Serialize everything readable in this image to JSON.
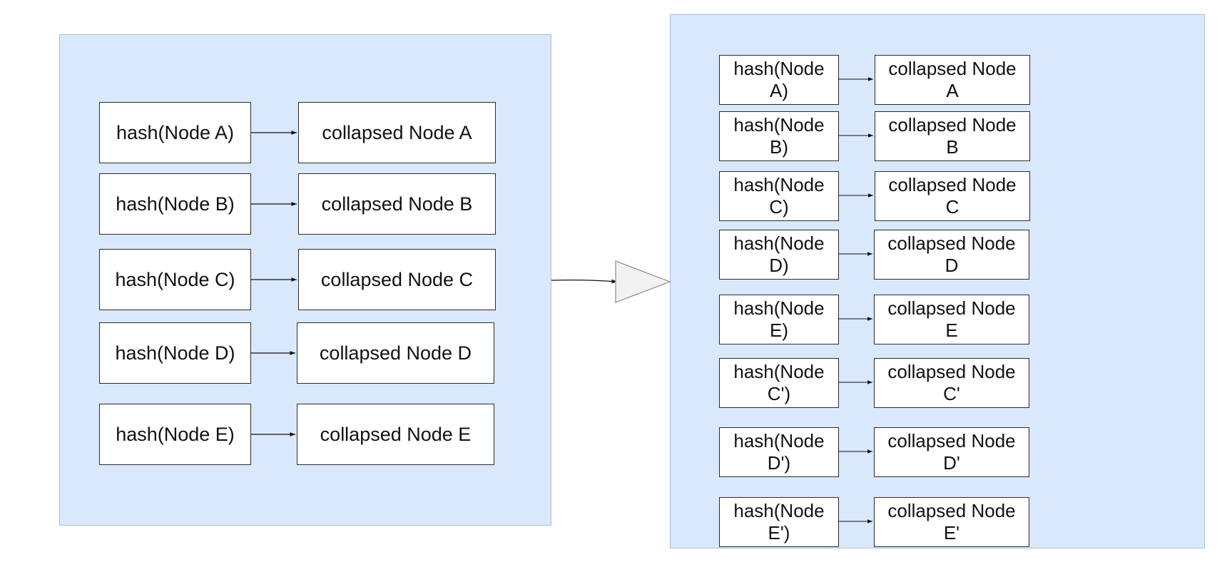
{
  "left_panel": {
    "rows": [
      {
        "hash": "hash(Node A)",
        "collapsed": "collapsed Node A"
      },
      {
        "hash": "hash(Node B)",
        "collapsed": "collapsed Node B"
      },
      {
        "hash": "hash(Node C)",
        "collapsed": "collapsed Node C"
      },
      {
        "hash": "hash(Node D)",
        "collapsed": "collapsed Node D"
      },
      {
        "hash": "hash(Node E)",
        "collapsed": "collapsed Node E"
      }
    ]
  },
  "right_panel": {
    "rows": [
      {
        "hash": "hash(Node\nA)",
        "collapsed": "collapsed Node\nA"
      },
      {
        "hash": "hash(Node\nB)",
        "collapsed": "collapsed Node\nB"
      },
      {
        "hash": "hash(Node\nC)",
        "collapsed": "collapsed Node\nC"
      },
      {
        "hash": "hash(Node\nD)",
        "collapsed": "collapsed Node\nD"
      },
      {
        "hash": "hash(Node\nE)",
        "collapsed": "collapsed Node\nE"
      },
      {
        "hash": "hash(Node\nC')",
        "collapsed": "collapsed Node\nC'"
      },
      {
        "hash": "hash(Node\nD')",
        "collapsed": "collapsed Node\nD'"
      },
      {
        "hash": "hash(Node\nE')",
        "collapsed": "collapsed Node\nE'"
      }
    ]
  },
  "colors": {
    "panel_fill": "#dae8fc",
    "panel_border": "#a9c0dc",
    "node_fill": "#ffffff",
    "node_border": "#2b2b2b",
    "triangle_fill": "#f2f2f2",
    "triangle_stroke": "#8c8c8c"
  }
}
